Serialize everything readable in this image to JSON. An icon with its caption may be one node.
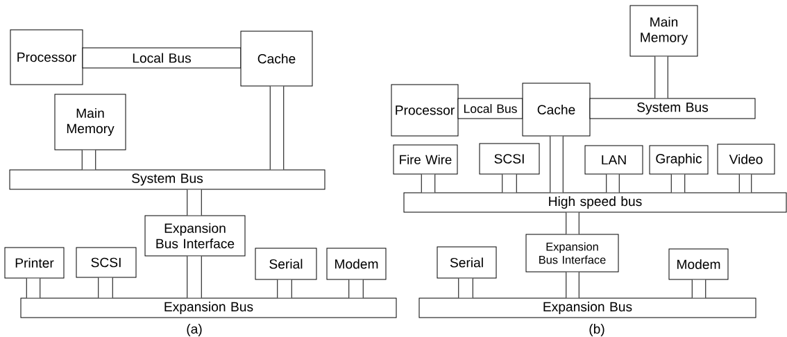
{
  "diagram": {
    "nodes": [
      {
        "text": [
          "Processor"
        ]
      },
      {
        "text": [
          "Local Bus"
        ]
      },
      {
        "text": [
          "Cache"
        ]
      },
      {
        "text": [
          "Main Memory"
        ]
      },
      {
        "text": [
          "System Bus"
        ]
      },
      {
        "text": [
          "Expansion Bus Interface"
        ]
      },
      {
        "text": [
          "Printer"
        ]
      },
      {
        "text": [
          "SCSI"
        ]
      },
      {
        "text": [
          "Serial"
        ]
      },
      {
        "text": [
          "Modem"
        ]
      },
      {
        "text": [
          "Expansion Bus"
        ]
      },
      {
        "text": [
          "Main Memory"
        ]
      },
      {
        "text": [
          "Processor"
        ]
      },
      {
        "text": [
          "Local Bus"
        ]
      },
      {
        "text": [
          "Cache"
        ]
      },
      {
        "text": [
          "System Bus"
        ]
      },
      {
        "text": [
          "Fire Wire"
        ]
      },
      {
        "text": [
          "SCSI"
        ]
      },
      {
        "text": [
          "LAN"
        ]
      },
      {
        "text": [
          "Graphic"
        ]
      },
      {
        "text": [
          "Video"
        ]
      },
      {
        "text": [
          "High speed bus"
        ]
      },
      {
        "text": [
          "Expansion Bus Interface"
        ]
      },
      {
        "text": [
          "Serial"
        ]
      },
      {
        "text": [
          "Modem"
        ]
      },
      {
        "text": [
          "Expansion Bus"
        ]
      }
    ],
    "edges": [
      {
        "from": 3,
        "to": 4,
        "arrow": "none"
      },
      {
        "from": 2,
        "to": 4,
        "arrow": "none"
      },
      {
        "from": 4,
        "to": 5,
        "arrow": "none"
      },
      {
        "from": 6,
        "to": 10,
        "arrow": "none"
      },
      {
        "from": 7,
        "to": 10,
        "arrow": "none"
      },
      {
        "from": 5,
        "to": 10,
        "arrow": "none"
      },
      {
        "from": 8,
        "to": 10,
        "arrow": "none"
      },
      {
        "from": 9,
        "to": 10,
        "arrow": "none"
      },
      {
        "from": 11,
        "to": 15,
        "arrow": "none"
      },
      {
        "from": 14,
        "to": 21,
        "arrow": "none"
      },
      {
        "from": 16,
        "to": 21,
        "arrow": "none"
      },
      {
        "from": 17,
        "to": 21,
        "arrow": "none"
      },
      {
        "from": 18,
        "to": 21,
        "arrow": "none"
      },
      {
        "from": 19,
        "to": 21,
        "arrow": "none"
      },
      {
        "from": 20,
        "to": 21,
        "arrow": "none"
      },
      {
        "from": 21,
        "to": 22,
        "arrow": "none"
      },
      {
        "from": 23,
        "to": 25,
        "arrow": "none"
      },
      {
        "from": 22,
        "to": 25,
        "arrow": "none"
      },
      {
        "from": 24,
        "to": 25,
        "arrow": "none"
      }
    ],
    "labels": [
      "(a)",
      "(b)"
    ]
  }
}
